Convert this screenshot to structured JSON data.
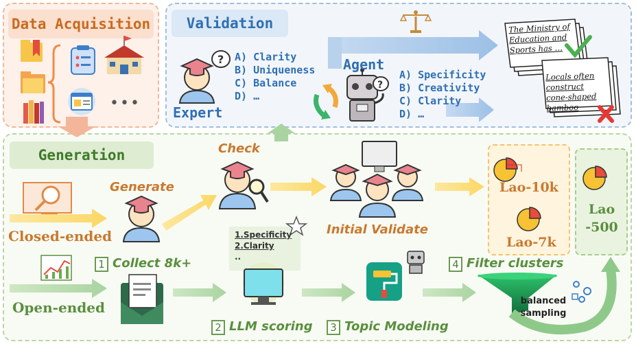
{
  "data_acquisition": {
    "title": "Data Acquisition",
    "ellipsis": "•••"
  },
  "validation": {
    "title": "Validation",
    "expert_label": "Expert",
    "expert_criteria": [
      "A) Clarity",
      "B) Uniqueness",
      "C) Balance",
      "D) …"
    ],
    "agent_label": "Agent",
    "agent_criteria": [
      "A) Specificity",
      "B) Creativity",
      "C) Clarity",
      "D) …"
    ],
    "doc_good": "The Ministry of Education and Sports has …",
    "doc_bad": "Locals often construct cone-shaped bamboo"
  },
  "generation": {
    "title": "Generation",
    "check": "Check",
    "generate": "Generate",
    "closed_ended": "Closed-ended",
    "open_ended": "Open-ended",
    "initial_validate": "Initial Validate",
    "steps": [
      {
        "num": "1",
        "label": "Collect 8k+"
      },
      {
        "num": "2",
        "label": "LLM scoring"
      },
      {
        "num": "3",
        "label": "Topic Modeling"
      },
      {
        "num": "4",
        "label": "Filter clusters"
      }
    ],
    "scoring_criteria": [
      "1.Specificity",
      "2.Clarity",
      ".."
    ],
    "balanced_sampling": [
      "balanced",
      "sampling"
    ]
  },
  "datasets": {
    "lao10k": "Lao-10k",
    "lao7k": "Lao-7k",
    "lao500": [
      "Lao",
      "-500"
    ]
  },
  "colors": {
    "orange": "#c9792f",
    "blue": "#2f6fb3",
    "green": "#5a8f3e",
    "purple": "#5a3a8a"
  }
}
